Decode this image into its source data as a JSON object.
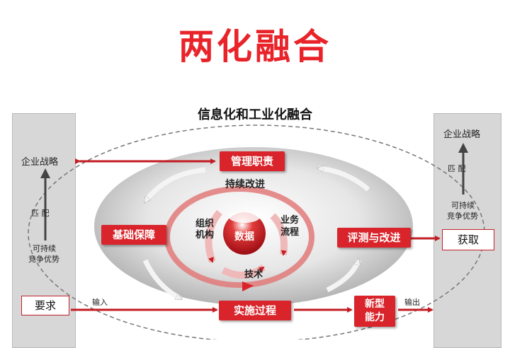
{
  "title": "两化融合",
  "subtitle": "信息化和工业化融合",
  "left_panel": {
    "strategy": "企业战略",
    "match": "匹  配",
    "advantage_line1": "可持续",
    "advantage_line2": "竞争优势",
    "box": "要求",
    "arrow_label": "输入"
  },
  "right_panel": {
    "strategy": "企业战略",
    "match": "匹  配",
    "advantage_line1": "可持续",
    "advantage_line2": "竞争优势",
    "box": "获取",
    "arrow_label": "输出"
  },
  "boxes": {
    "management": "管理职责",
    "foundation": "基础保障",
    "evaluation": "评测与改进",
    "implementation": "实施过程",
    "capability_line1": "新型",
    "capability_line2": "能力"
  },
  "core": {
    "continuous": "持续改进",
    "org_line1": "组织",
    "org_line2": "机构",
    "biz_line1": "业务",
    "biz_line2": "流程",
    "data": "数据",
    "tech": "技术"
  },
  "colors": {
    "accent_red": "#d8242a",
    "title_red": "#e8242a",
    "panel_gray": "#d7d7d7"
  }
}
